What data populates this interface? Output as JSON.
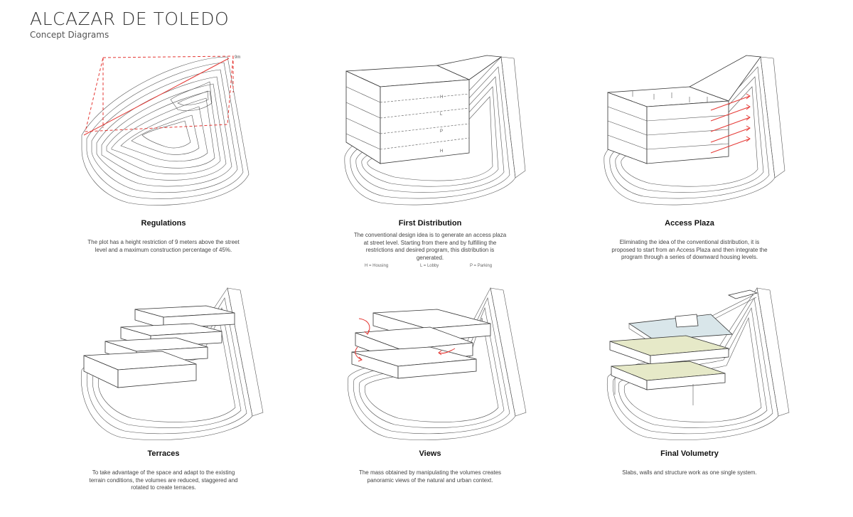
{
  "header": {
    "title": "ALCAZAR DE TOLEDO",
    "subtitle": "Concept Diagrams"
  },
  "panels": [
    {
      "title": "Regulations",
      "description": "The plot has a height restriction of 9 meters above the street level and a maximum construction percentage of 45%.",
      "annotation": "9m"
    },
    {
      "title": "First Distribution",
      "description": "The conventional design idea is to generate an access plaza at street level. Starting from there and by fulfilling the restrictions and desired program, this distribution is generated.",
      "legend": [
        "H = Housing",
        "L = Lobby",
        "P = Parking"
      ],
      "floor_labels": [
        "H",
        "L",
        "P",
        "H"
      ]
    },
    {
      "title": "Access Plaza",
      "description": "Eliminating the idea of the conventional distribution, it is proposed to start from an Access Plaza and then integrate the program through a series of downward housing levels."
    },
    {
      "title": "Terraces",
      "description": "To take advantage of the space and adapt to the existing terrain conditions, the volumes are reduced, staggered and rotated to create terraces."
    },
    {
      "title": "Views",
      "description": "The mass obtained by manipulating the volumes creates panoramic views of the natural and urban context."
    },
    {
      "title": "Final Volumetry",
      "description": "Slabs, walls and structure work as one single system."
    }
  ],
  "colors": {
    "accent": "#e53935",
    "line": "#333333",
    "slab": "#e6e9c8",
    "glass": "#d9e6ea"
  }
}
